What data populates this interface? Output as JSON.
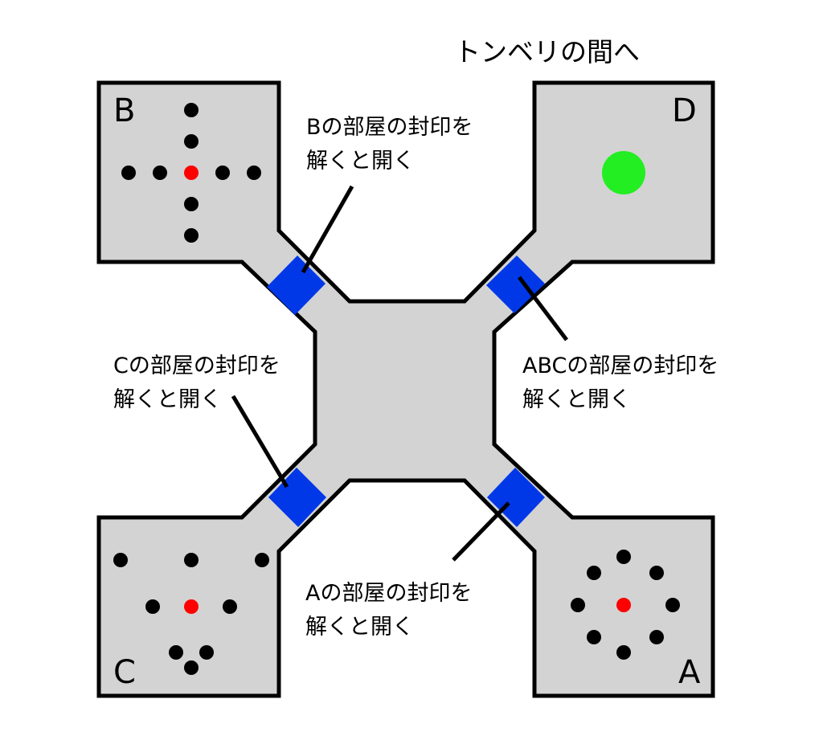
{
  "title": "トンベリの間へ",
  "rooms": {
    "A": {
      "label": "A"
    },
    "B": {
      "label": "B"
    },
    "C": {
      "label": "C"
    },
    "D": {
      "label": "D"
    }
  },
  "seals": {
    "B": {
      "line1": "Bの部屋の封印を",
      "line2": "解くと開く"
    },
    "C": {
      "line1": "Cの部屋の封印を",
      "line2": "解くと開く"
    },
    "D": {
      "line1": "ABCの部屋の封印を",
      "line2": "解くと開く"
    },
    "A": {
      "line1": "Aの部屋の封印を",
      "line2": "解くと開く"
    }
  },
  "colors": {
    "floor": "#d3d3d3",
    "wall": "#000000",
    "seal": "#0038e8",
    "marker": "#000000",
    "center_marker": "#ff0000",
    "goal": "#22ee22"
  }
}
